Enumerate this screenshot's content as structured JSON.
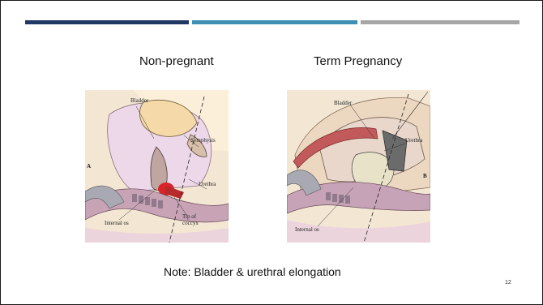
{
  "slide": {
    "accent_colors": [
      "#1f3864",
      "#3d8fb3",
      "#a6a6a6"
    ],
    "captions": {
      "left": "Non-pregnant",
      "right": "Term Pregnancy"
    },
    "figure_a": {
      "panel_letter": "A",
      "labels": {
        "bladder": "Bladder",
        "symphysis": "Symphysis",
        "urethra": "Urethra",
        "internal_os": "Internal os",
        "tip_of": "Tip of",
        "coccyx": "coccyx"
      }
    },
    "figure_b": {
      "panel_letter": "B",
      "labels": {
        "bladder": "Bladder",
        "urethra": "Urethra",
        "internal_os": "Internal os"
      }
    },
    "note": "Note: Bladder & urethral elongation",
    "page_number": "12"
  }
}
